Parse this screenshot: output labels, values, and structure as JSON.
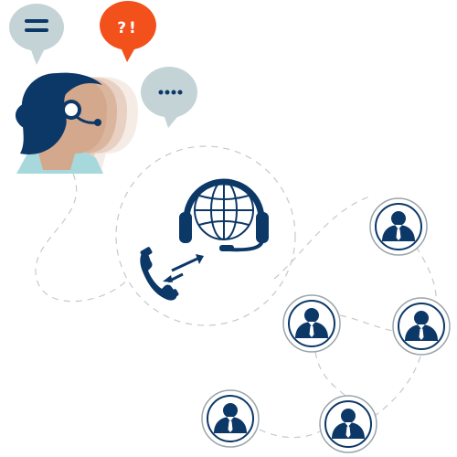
{
  "colors": {
    "navy": "#0c3868",
    "bubble_gray": "#c4d3d6",
    "bubble_alert": "#f2511b",
    "skin": "#d4a88c",
    "collar": "#a6d8dc",
    "dash": "#c8c8c8",
    "white": "#ffffff"
  },
  "bubbles": {
    "alert": {
      "text": "?!",
      "icon": "alert-speech-bubble-icon"
    },
    "menu": {
      "icon": "menu-speech-bubble-icon"
    },
    "typing": {
      "icon": "typing-speech-bubble-icon"
    }
  },
  "icons": {
    "agent": "call-center-agent-icon",
    "headset_globe": "headset-globe-icon",
    "phone": "phone-handset-icon",
    "arrows": "double-arrow-icon",
    "user": "businessman-avatar-icon"
  },
  "users": [
    {
      "id": "user-1"
    },
    {
      "id": "user-2"
    },
    {
      "id": "user-3"
    },
    {
      "id": "user-4"
    },
    {
      "id": "user-5"
    }
  ]
}
